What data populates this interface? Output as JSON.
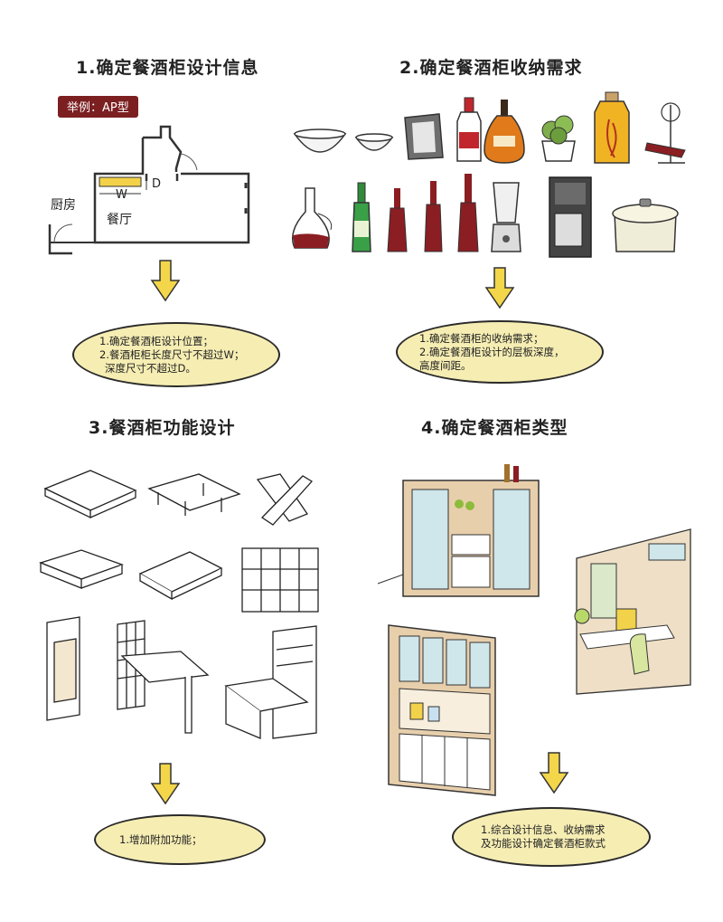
{
  "sections": [
    {
      "title": "1.确定餐酒柜设计信息",
      "example_tag": "举例：AP型",
      "plan_labels": {
        "kitchen": "厨房",
        "dining": "餐厅",
        "width": "W",
        "depth": "D"
      },
      "note_lines": [
        "1.确定餐酒柜设计位置；",
        "2.餐酒柜柜长度尺寸不超过W；",
        "深度尺寸不超过D。"
      ]
    },
    {
      "title": "2.确定餐酒柜收纳需求",
      "items": [
        "bowl",
        "small-bowl",
        "photo-frame",
        "liquor-bottle",
        "cognac-bottle",
        "potted-plant",
        "infused-liquor-jar",
        "wine-glass-holder",
        "decanter",
        "beer-bottle",
        "wine-bottle",
        "wine-bottle",
        "wine-bottle",
        "blender",
        "coffee-maker",
        "cooking-pot"
      ],
      "note_lines": [
        "1.确定餐酒柜的收纳需求；",
        "2.确定餐酒柜设计的层板深度，",
        "高度间距。"
      ]
    },
    {
      "title": "3.餐酒柜功能设计",
      "items": [
        "floating-shelf",
        "glass-rack",
        "x-wine-rack",
        "drawer-shelf",
        "hanging-glass-shelf",
        "grid-cabinet",
        "wall-rack",
        "bar-table-cabinet",
        "desk-cabinet"
      ],
      "note_lines": [
        "1.增加附加功能；"
      ]
    },
    {
      "title": "4.确定餐酒柜类型",
      "items": [
        "sideboard-cabinet",
        "study-cabinet",
        "tall-display-cabinet"
      ],
      "note_lines": [
        "1.综合设计信息、收纳需求",
        "及功能设计确定餐酒柜款式"
      ]
    }
  ],
  "colors": {
    "note_fill": "#f6edb3",
    "arrow_fill": "#f3d64a",
    "tag_fill": "#7b1f21",
    "wine_red": "#8b1e22",
    "wood": "#e4c9a3"
  }
}
